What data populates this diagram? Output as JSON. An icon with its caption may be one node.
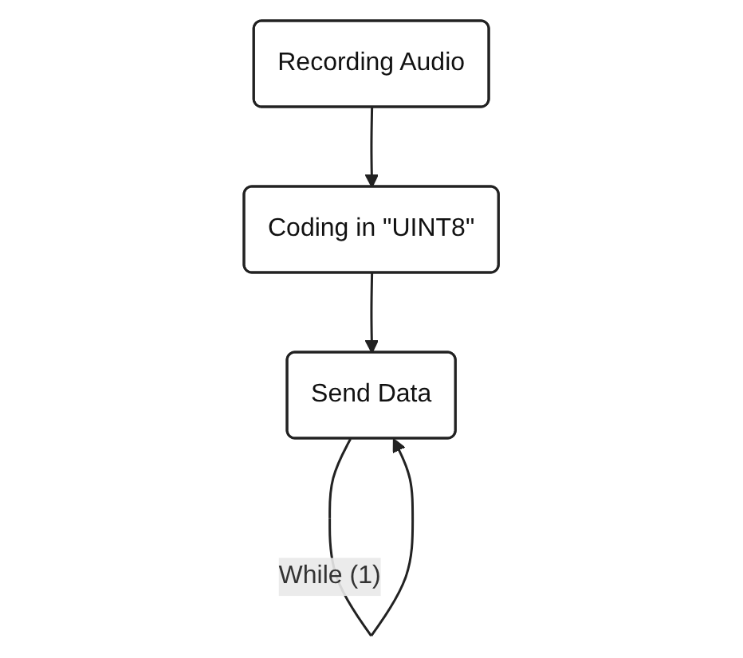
{
  "diagram": {
    "nodes": [
      {
        "text": [
          "Recording Audio"
        ]
      },
      {
        "text": [
          "Coding in \"UINT8\""
        ]
      },
      {
        "text": [
          "Send Data"
        ]
      }
    ],
    "edges": [
      {
        "from": 0,
        "to": 1,
        "arrow": "to"
      },
      {
        "from": 1,
        "to": 2,
        "arrow": "to"
      },
      {
        "from": 2,
        "to": 2,
        "arrow": "to",
        "label": "While (1)"
      }
    ]
  }
}
